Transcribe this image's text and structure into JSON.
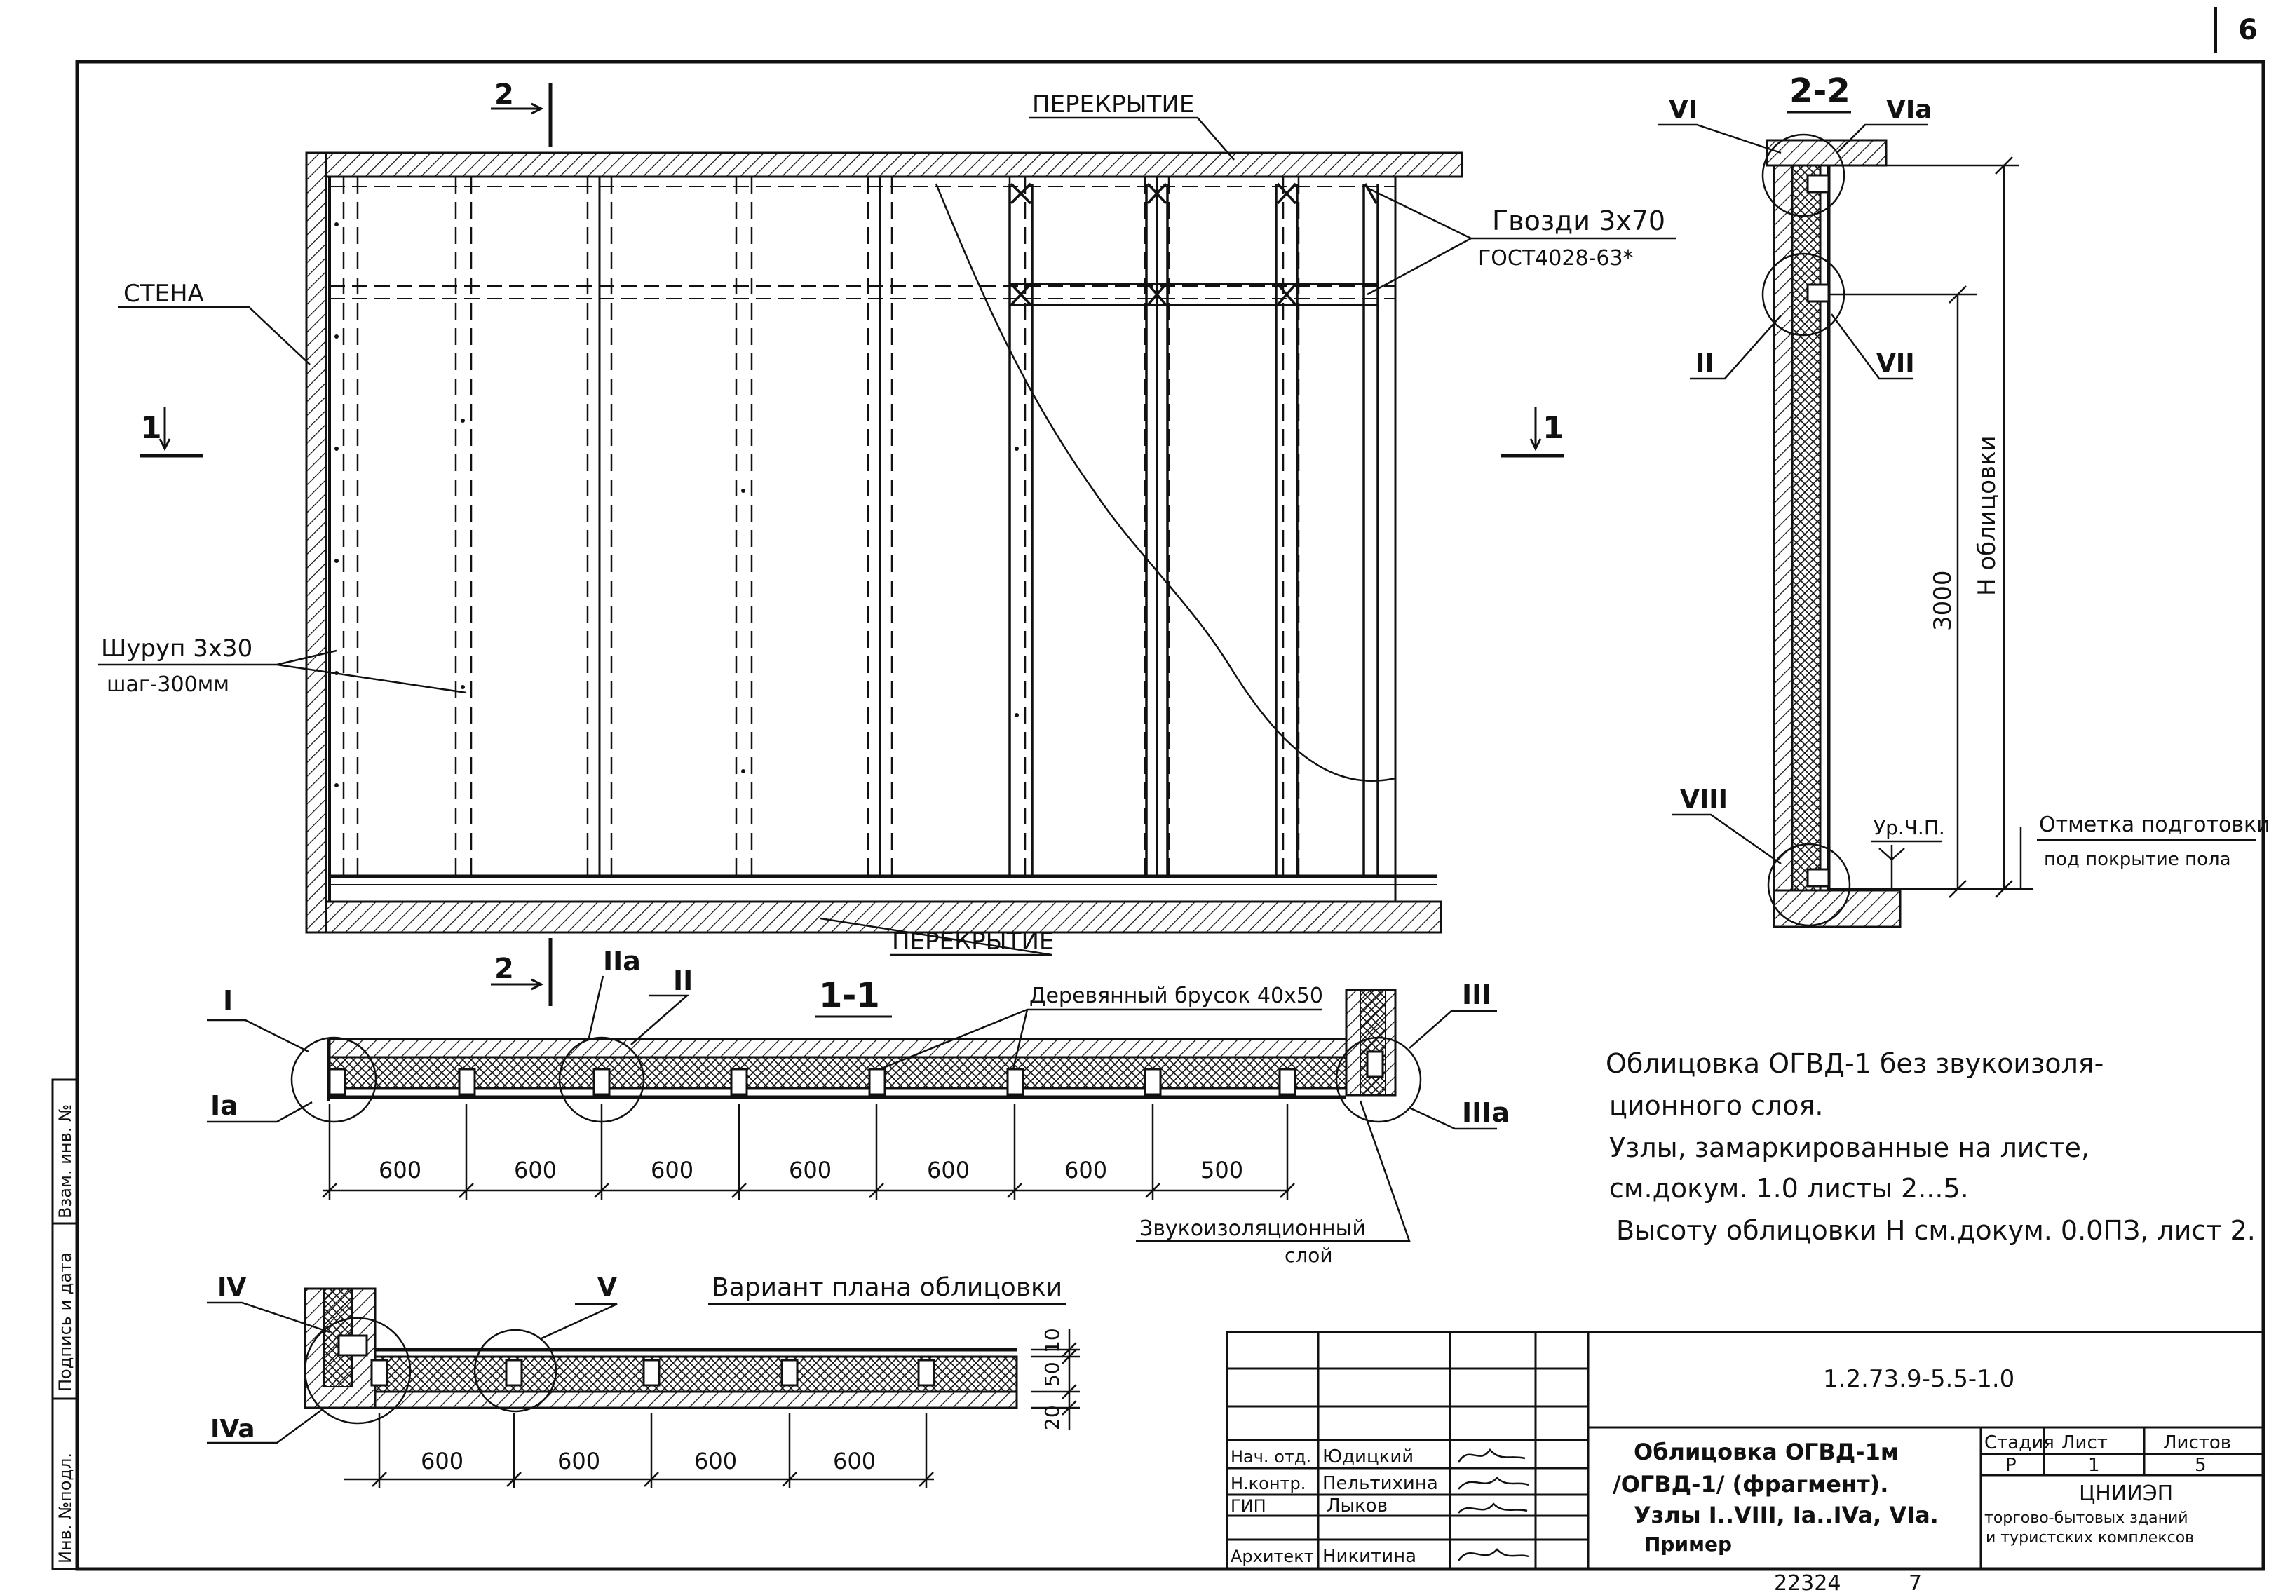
{
  "sheet": {
    "page_number": "6",
    "bottom_numbers": [
      "22324",
      "7"
    ]
  },
  "elevation": {
    "label_ceiling": "ПЕРЕКРЫТИЕ",
    "label_floor": "ПЕРЕКРЫТИЕ",
    "label_wall": "СТЕНА",
    "nails_line1": "Гвозди 3х70",
    "nails_line2": "ГОСТ4028-63*",
    "screw_line1": "Шуруп 3х30",
    "screw_line2": "шаг-300мм",
    "cut_1_left": "1",
    "cut_1_right": "1",
    "cut_2_top": "2",
    "cut_2_bottom": "2"
  },
  "section22": {
    "title": "2-2",
    "node_vi": "VI",
    "node_via": "VIa",
    "node_ii": "II",
    "node_vii": "VII",
    "node_viii": "VIII",
    "dim_3000": "3000",
    "dim_h": "Н облицовки",
    "ur_ch_p": "Ур.Ч.П.",
    "mark_line1": "Отметка подготовки",
    "mark_line2": "под покрытие пола"
  },
  "section11": {
    "title": "1-1",
    "node_i": "I",
    "node_ia": "Ia",
    "node_iia": "IIa",
    "node_ii": "II",
    "node_iii": "III",
    "node_iiia": "IIIa",
    "bar_label": "Деревянный брусок 40х50",
    "sound_line1": "Звукоизоляционный",
    "sound_line2": "слой",
    "dims": [
      "600",
      "600",
      "600",
      "600",
      "600",
      "600",
      "500"
    ]
  },
  "variant": {
    "title": "Вариант плана облицовки",
    "node_iv": "IV",
    "node_iva": "IVa",
    "node_v": "V",
    "dims": [
      "600",
      "600",
      "600",
      "600"
    ],
    "dim_v": [
      "10",
      "50",
      "20"
    ]
  },
  "notes": [
    "Облицовка ОГВД-1 без звукоизоля-",
    "ционного слоя.",
    "Узлы, замаркированные на листе,",
    "см.докум. 1.0 листы 2...5.",
    "Высоту облицовки Н см.докум. 0.0ПЗ, лист 2."
  ],
  "margin_stamp": [
    "Инв. №подл.",
    "Подпись и дата",
    "Взам. инв. №"
  ],
  "title_block": {
    "doc_code": "1.2.73.9-5.5-1.0",
    "title_lines": [
      "Облицовка ОГВД-1м",
      "/ОГВД-1/ (фрагмент).",
      "Узлы I..VIII, Ia..IVa, VIa.",
      "Пример"
    ],
    "roles": [
      "Нач. отд.",
      "Н.контр.",
      "ГИП",
      "Архитект"
    ],
    "names": [
      "Юдицкий",
      "Пельтихина",
      "Лыков",
      "Никитина"
    ],
    "head_stage": "Стадия",
    "head_sheet": "Лист",
    "head_sheets": "Листов",
    "stage": "Р",
    "sheet": "1",
    "sheets": "5",
    "org_line1": "ЦНИИЭП",
    "org_line2": "торгово-бытовых зданий",
    "org_line3": "и туристских комплексов"
  }
}
